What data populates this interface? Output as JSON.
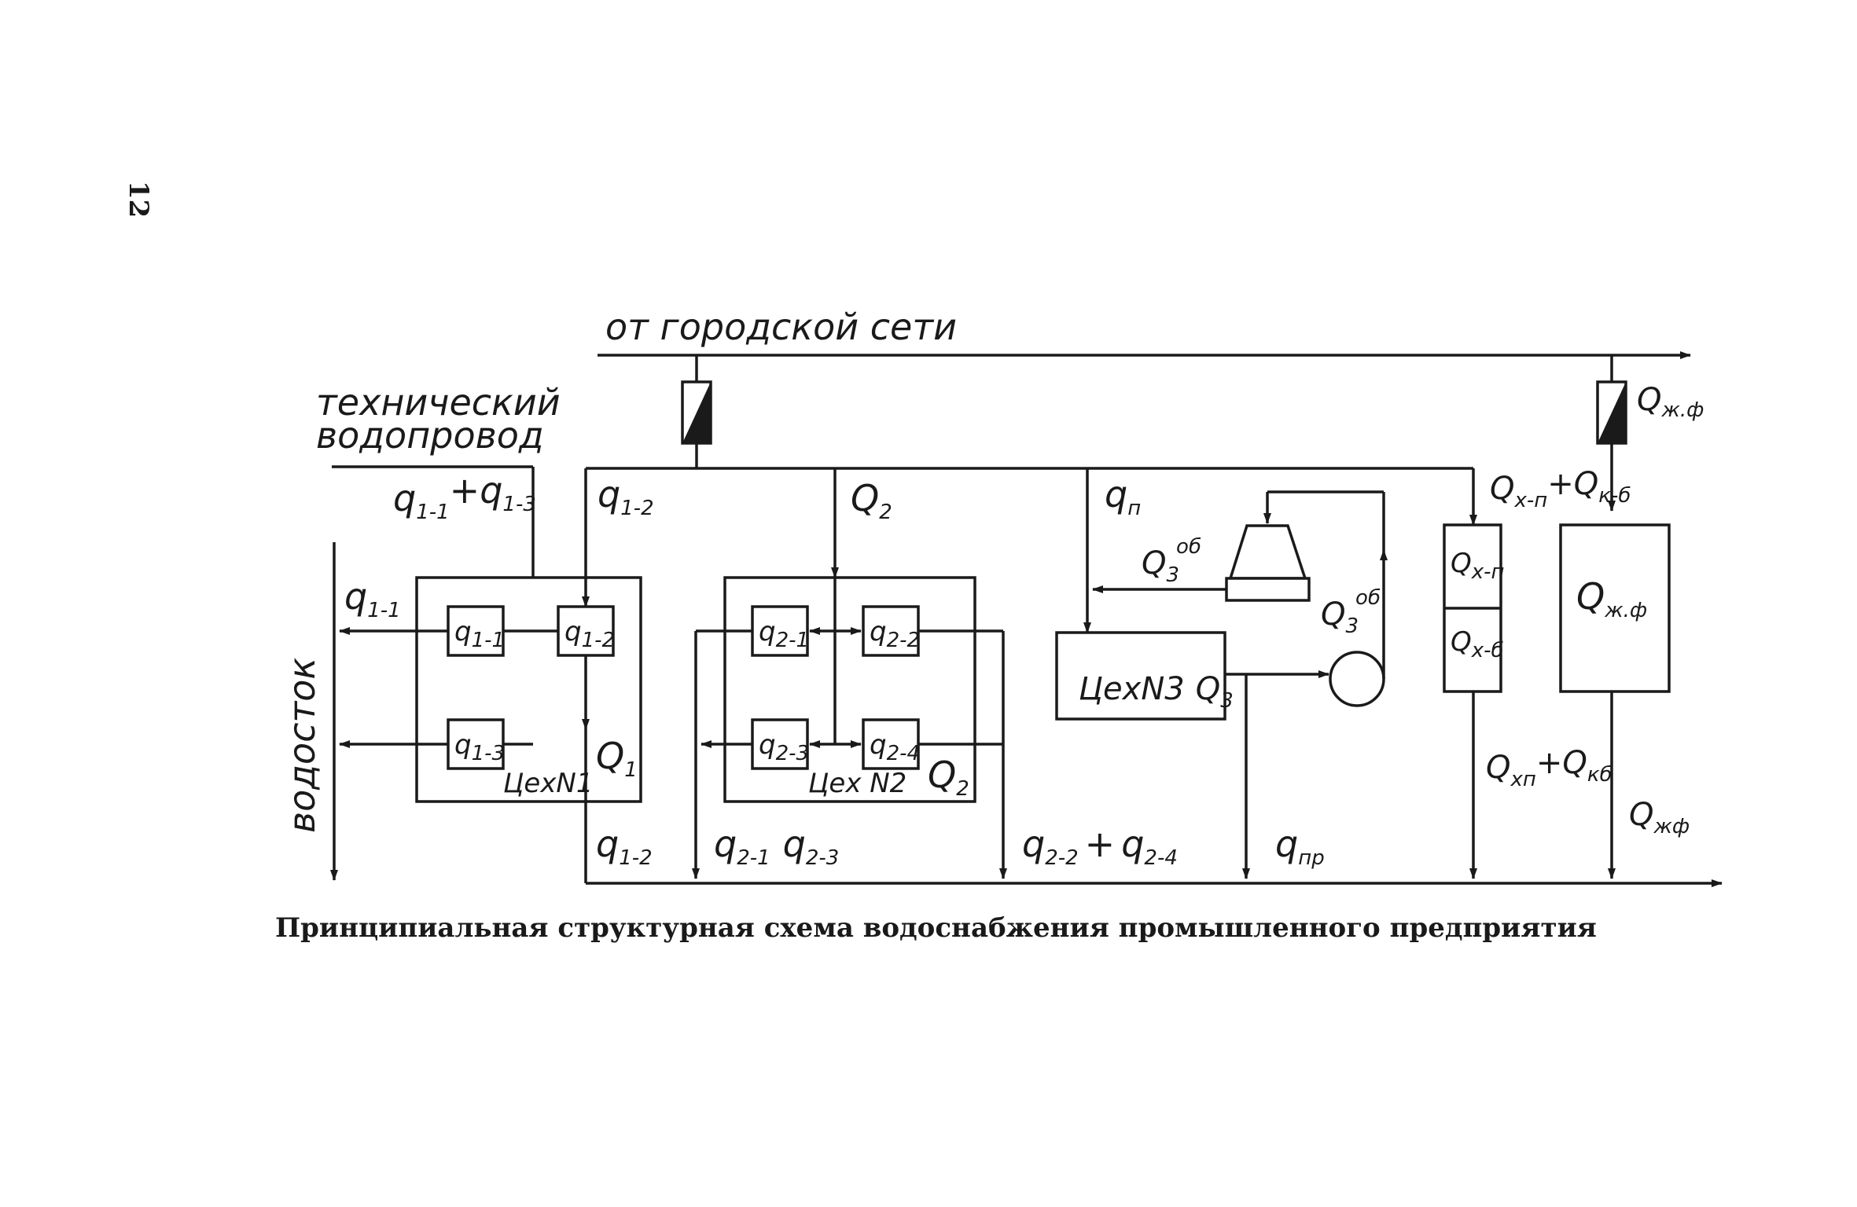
{
  "page_number": "12",
  "caption": "Принципиальная структурная схема водоснабжения промышленного предприятия",
  "sources": {
    "city_network": "от городской сети",
    "technical_line1": "технический",
    "technical_line2": "водопровод"
  },
  "drain": "водосток",
  "flows": {
    "q11_q13": {
      "a": "q",
      "as": "1-1",
      "plus": "+",
      "b": "q",
      "bs": "1-3"
    },
    "q12_top": {
      "a": "q",
      "as": "1-2"
    },
    "q2_top": {
      "a": "Q",
      "as": "2"
    },
    "qn": {
      "a": "q",
      "as": "п"
    },
    "q3ob_left": {
      "a": "Q",
      "as": "3",
      "sup": "об"
    },
    "q3ob_right": {
      "a": "Q",
      "as": "3",
      "sup": "об"
    },
    "qxn_qkb_top": {
      "a": "Q",
      "as": "х-п",
      "plus": "+",
      "b": "Q",
      "bs": "к-б"
    },
    "qzf_top": {
      "a": "Q",
      "as": "ж.ф"
    },
    "q11_left": {
      "a": "q",
      "as": "1-1"
    },
    "q1": {
      "a": "Q",
      "as": "1"
    },
    "q12_bottom": {
      "a": "q",
      "as": "1-2"
    },
    "q21_q23": {
      "a": "q",
      "as": "2-1",
      "b": "q",
      "bs": "2-3"
    },
    "q22_q24": {
      "a": "q",
      "as": "2-2",
      "plus": "+",
      "b": "q",
      "bs": "2-4"
    },
    "qpr": {
      "a": "q",
      "as": "пр"
    },
    "qxn_qkb_bottom": {
      "a": "Q",
      "as": "хп",
      "plus": "+",
      "b": "Q",
      "bs": "кб"
    },
    "qzf_bottom": {
      "a": "Q",
      "as": "жф"
    }
  },
  "workshops": {
    "ws1": {
      "name": "ЦехN1",
      "units": [
        {
          "a": "q",
          "as": "1-1"
        },
        {
          "a": "q",
          "as": "1-2"
        },
        {
          "a": "q",
          "as": "1-3"
        }
      ]
    },
    "ws2": {
      "name": "Цех N2",
      "units": [
        {
          "a": "q",
          "as": "2-1"
        },
        {
          "a": "q",
          "as": "2-2"
        },
        {
          "a": "q",
          "as": "2-3"
        },
        {
          "a": "q",
          "as": "2-4"
        }
      ],
      "total": {
        "a": "Q",
        "as": "2"
      }
    },
    "ws3": {
      "name": "ЦехN3",
      "total": {
        "a": "Q",
        "as": "3"
      }
    }
  },
  "tanks": {
    "combo_top": {
      "a": "Q",
      "as": "х-п"
    },
    "combo_bottom": {
      "a": "Q",
      "as": "х-б"
    },
    "fire": {
      "a": "Q",
      "as": "ж.ф"
    }
  }
}
